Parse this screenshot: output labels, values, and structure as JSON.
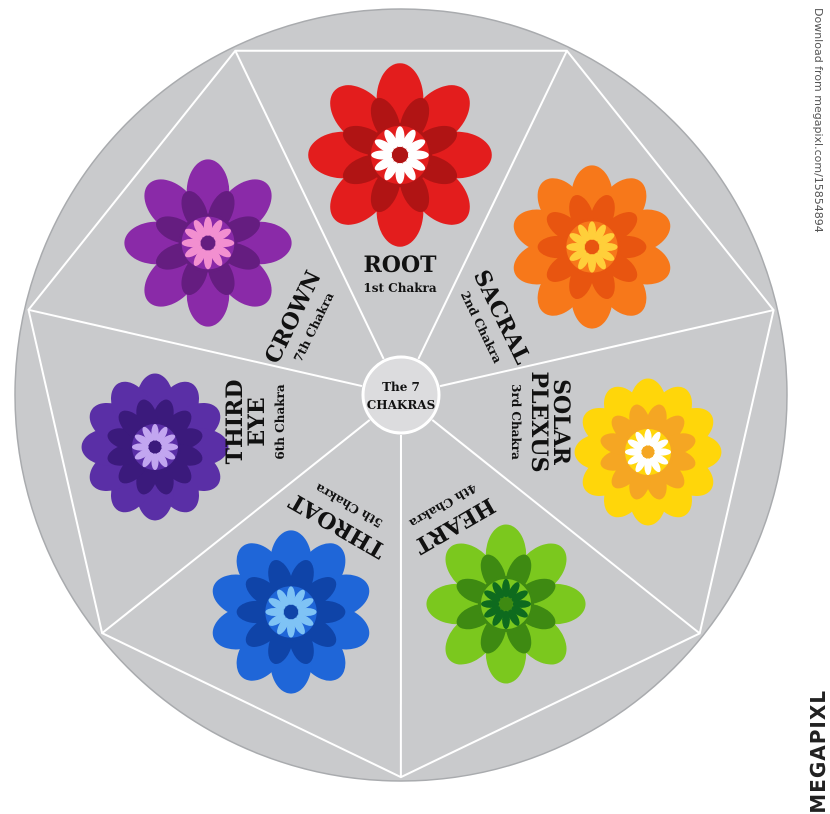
{
  "center": {
    "line1": "The 7",
    "line2": "CHAKRAS"
  },
  "chakras": [
    {
      "id": "root",
      "title": "ROOT",
      "title2": "",
      "subtitle": "1st Chakra",
      "color": "#e31d1d",
      "accent": "#b01414",
      "core": "#ffffff"
    },
    {
      "id": "sacral",
      "title": "SACRAL",
      "title2": "",
      "subtitle": "2nd Chakra",
      "color": "#f7781a",
      "accent": "#e85510",
      "core": "#ffcf3a"
    },
    {
      "id": "solar",
      "title": "SOLAR",
      "title2": "PLEXUS",
      "subtitle": "3rd Chakra",
      "color": "#ffd60a",
      "accent": "#f5a623",
      "core": "#ffffff"
    },
    {
      "id": "heart",
      "title": "HEART",
      "title2": "",
      "subtitle": "4th Chakra",
      "color": "#7bc81e",
      "accent": "#3e8a12",
      "core": "#0e6b1e"
    },
    {
      "id": "throat",
      "title": "THROAT",
      "title2": "",
      "subtitle": "5th Chakra",
      "color": "#1f66d8",
      "accent": "#0f44a8",
      "core": "#7fc3f5"
    },
    {
      "id": "third",
      "title": "THIRD",
      "title2": "EYE",
      "subtitle": "6th Chakra",
      "color": "#5a2fa6",
      "accent": "#3b1a7c",
      "core": "#c2a6f0"
    },
    {
      "id": "crown",
      "title": "CROWN",
      "title2": "",
      "subtitle": "7th Chakra",
      "color": "#8a2aa8",
      "accent": "#651d80",
      "core": "#f28fd0"
    }
  ],
  "side_caption": "Download from megapixl.com/15854894",
  "logo": "MEGAPIXL",
  "colors": {
    "wheel": "#c9cacc",
    "divider": "#ffffff",
    "hub": "#dcdcde"
  }
}
